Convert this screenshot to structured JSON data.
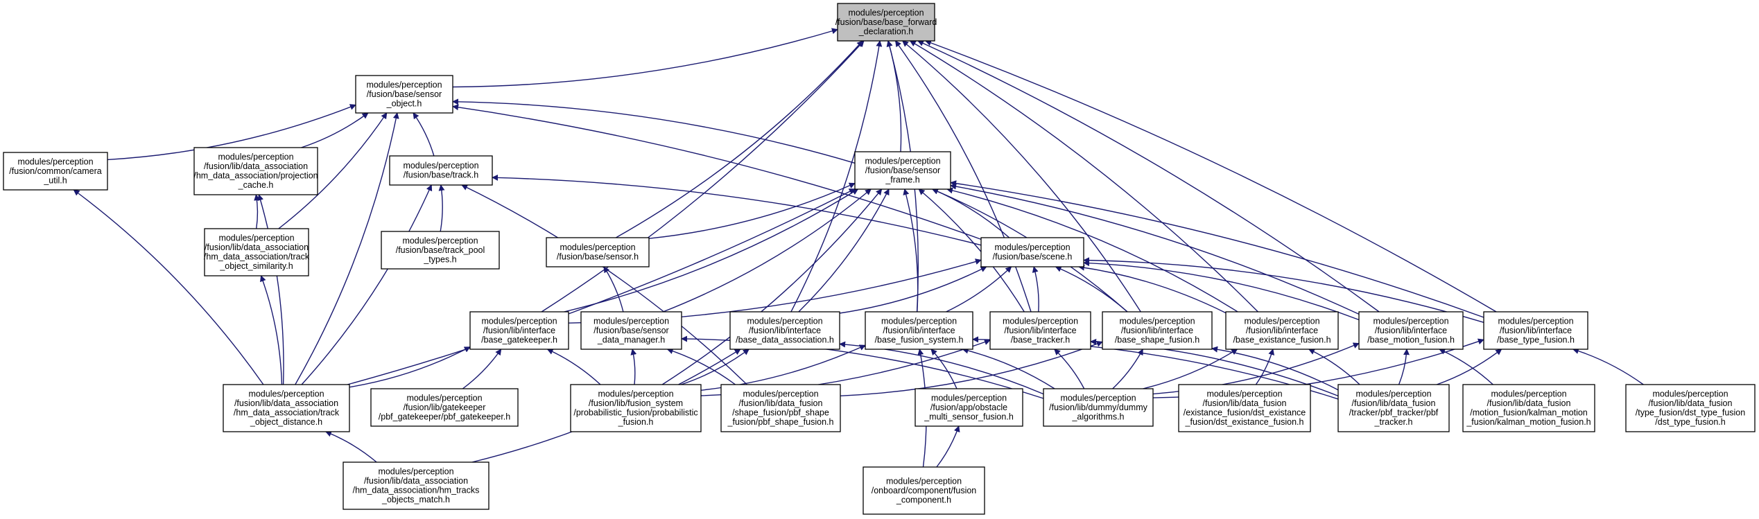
{
  "nodes": [
    {
      "id": "root",
      "lines": [
        "modules/perception",
        "/fusion/base/base_forward",
        "_declaration.h"
      ]
    },
    {
      "id": "sensor_object",
      "lines": [
        "modules/perception",
        "/fusion/base/sensor",
        "_object.h"
      ]
    },
    {
      "id": "camera_util",
      "lines": [
        "modules/perception",
        "/fusion/common/camera",
        "_util.h"
      ]
    },
    {
      "id": "projection_cache",
      "lines": [
        "modules/perception",
        "/fusion/lib/data_association",
        "/hm_data_association/projection",
        "_cache.h"
      ]
    },
    {
      "id": "track",
      "lines": [
        "modules/perception",
        "/fusion/base/track.h"
      ]
    },
    {
      "id": "sensor_frame",
      "lines": [
        "modules/perception",
        "/fusion/base/sensor",
        "_frame.h"
      ]
    },
    {
      "id": "track_pool_types",
      "lines": [
        "modules/perception",
        "/fusion/base/track_pool",
        "_types.h"
      ]
    },
    {
      "id": "track_object_similarity",
      "lines": [
        "modules/perception",
        "/fusion/lib/data_association",
        "/hm_data_association/track",
        "_object_similarity.h"
      ]
    },
    {
      "id": "sensor",
      "lines": [
        "modules/perception",
        "/fusion/base/sensor.h"
      ]
    },
    {
      "id": "scene",
      "lines": [
        "modules/perception",
        "/fusion/base/scene.h"
      ]
    },
    {
      "id": "base_gatekeeper",
      "lines": [
        "modules/perception",
        "/fusion/lib/interface",
        "/base_gatekeeper.h"
      ]
    },
    {
      "id": "sensor_data_manager",
      "lines": [
        "modules/perception",
        "/fusion/base/sensor",
        "_data_manager.h"
      ]
    },
    {
      "id": "base_data_association",
      "lines": [
        "modules/perception",
        "/fusion/lib/interface",
        "/base_data_association.h"
      ]
    },
    {
      "id": "base_fusion_system",
      "lines": [
        "modules/perception",
        "/fusion/lib/interface",
        "/base_fusion_system.h"
      ]
    },
    {
      "id": "base_tracker",
      "lines": [
        "modules/perception",
        "/fusion/lib/interface",
        "/base_tracker.h"
      ]
    },
    {
      "id": "base_shape_fusion",
      "lines": [
        "modules/perception",
        "/fusion/lib/interface",
        "/base_shape_fusion.h"
      ]
    },
    {
      "id": "base_existance_fusion",
      "lines": [
        "modules/perception",
        "/fusion/lib/interface",
        "/base_existance_fusion.h"
      ]
    },
    {
      "id": "base_motion_fusion",
      "lines": [
        "modules/perception",
        "/fusion/lib/interface",
        "/base_motion_fusion.h"
      ]
    },
    {
      "id": "base_type_fusion",
      "lines": [
        "modules/perception",
        "/fusion/lib/interface",
        "/base_type_fusion.h"
      ]
    },
    {
      "id": "track_object_distance",
      "lines": [
        "modules/perception",
        "/fusion/lib/data_association",
        "/hm_data_association/track",
        "_object_distance.h"
      ]
    },
    {
      "id": "pbf_gatekeeper",
      "lines": [
        "modules/perception",
        "/fusion/lib/gatekeeper",
        "/pbf_gatekeeper/pbf_gatekeeper.h"
      ]
    },
    {
      "id": "probabilistic_fusion",
      "lines": [
        "modules/perception",
        "/fusion/lib/fusion_system",
        "/probabilistic_fusion/probabilistic",
        "_fusion.h"
      ]
    },
    {
      "id": "pbf_shape_fusion",
      "lines": [
        "modules/perception",
        "/fusion/lib/data_fusion",
        "/shape_fusion/pbf_shape",
        "_fusion/pbf_shape_fusion.h"
      ]
    },
    {
      "id": "obstacle_multi_sensor_fusion",
      "lines": [
        "modules/perception",
        "/fusion/app/obstacle",
        "_multi_sensor_fusion.h"
      ]
    },
    {
      "id": "dummy_algorithms",
      "lines": [
        "modules/perception",
        "/fusion/lib/dummy/dummy",
        "_algorithms.h"
      ]
    },
    {
      "id": "dst_existance_fusion",
      "lines": [
        "modules/perception",
        "/fusion/lib/data_fusion",
        "/existance_fusion/dst_existance",
        "_fusion/dst_existance_fusion.h"
      ]
    },
    {
      "id": "pbf_tracker",
      "lines": [
        "modules/perception",
        "/fusion/lib/data_fusion",
        "/tracker/pbf_tracker/pbf",
        "_tracker.h"
      ]
    },
    {
      "id": "kalman_motion_fusion",
      "lines": [
        "modules/perception",
        "/fusion/lib/data_fusion",
        "/motion_fusion/kalman_motion",
        "_fusion/kalman_motion_fusion.h"
      ]
    },
    {
      "id": "dst_type_fusion",
      "lines": [
        "modules/perception",
        "/fusion/lib/data_fusion",
        "/type_fusion/dst_type_fusion",
        "/dst_type_fusion.h"
      ]
    },
    {
      "id": "hm_tracks_objects_match",
      "lines": [
        "modules/perception",
        "/fusion/lib/data_association",
        "/hm_data_association/hm_tracks",
        "_objects_match.h"
      ]
    },
    {
      "id": "fusion_component",
      "lines": [
        "modules/perception",
        "/onboard/component/fusion",
        "_component.h"
      ]
    }
  ],
  "edges": [
    [
      "sensor_object",
      "root"
    ],
    [
      "sensor_frame",
      "root"
    ],
    [
      "sensor",
      "root"
    ],
    [
      "base_gatekeeper",
      "root"
    ],
    [
      "base_data_association",
      "root"
    ],
    [
      "base_fusion_system",
      "root"
    ],
    [
      "base_tracker",
      "root"
    ],
    [
      "base_shape_fusion",
      "root"
    ],
    [
      "base_existance_fusion",
      "root"
    ],
    [
      "base_motion_fusion",
      "root"
    ],
    [
      "base_type_fusion",
      "root"
    ],
    [
      "camera_util",
      "sensor_object"
    ],
    [
      "projection_cache",
      "sensor_object"
    ],
    [
      "track",
      "sensor_object"
    ],
    [
      "sensor_frame",
      "sensor_object"
    ],
    [
      "scene",
      "sensor_object"
    ],
    [
      "track_object_similarity",
      "sensor_object"
    ],
    [
      "track_object_distance",
      "sensor_object"
    ],
    [
      "track_object_distance",
      "camera_util"
    ],
    [
      "track_object_similarity",
      "projection_cache"
    ],
    [
      "track_object_distance",
      "projection_cache"
    ],
    [
      "track_pool_types",
      "track"
    ],
    [
      "scene",
      "track"
    ],
    [
      "track_object_distance",
      "track"
    ],
    [
      "pbf_shape_fusion",
      "track"
    ],
    [
      "sensor",
      "sensor_frame"
    ],
    [
      "scene",
      "sensor_frame"
    ],
    [
      "base_gatekeeper",
      "sensor_frame"
    ],
    [
      "sensor_data_manager",
      "sensor_frame"
    ],
    [
      "base_data_association",
      "sensor_frame"
    ],
    [
      "base_fusion_system",
      "sensor_frame"
    ],
    [
      "base_tracker",
      "sensor_frame"
    ],
    [
      "base_shape_fusion",
      "sensor_frame"
    ],
    [
      "base_existance_fusion",
      "sensor_frame"
    ],
    [
      "base_motion_fusion",
      "sensor_frame"
    ],
    [
      "base_type_fusion",
      "sensor_frame"
    ],
    [
      "track_object_distance",
      "sensor_frame"
    ],
    [
      "probabilistic_fusion",
      "sensor_frame"
    ],
    [
      "track_object_distance",
      "track_object_similarity"
    ],
    [
      "sensor_data_manager",
      "sensor"
    ],
    [
      "base_gatekeeper",
      "scene"
    ],
    [
      "base_data_association",
      "scene"
    ],
    [
      "base_fusion_system",
      "scene"
    ],
    [
      "base_tracker",
      "scene"
    ],
    [
      "base_shape_fusion",
      "scene"
    ],
    [
      "base_existance_fusion",
      "scene"
    ],
    [
      "base_motion_fusion",
      "scene"
    ],
    [
      "base_type_fusion",
      "scene"
    ],
    [
      "track_object_distance",
      "base_gatekeeper"
    ],
    [
      "pbf_gatekeeper",
      "base_gatekeeper"
    ],
    [
      "probabilistic_fusion",
      "base_gatekeeper"
    ],
    [
      "probabilistic_fusion",
      "sensor_data_manager"
    ],
    [
      "pbf_shape_fusion",
      "sensor_data_manager"
    ],
    [
      "dummy_algorithms",
      "sensor_data_manager"
    ],
    [
      "hm_tracks_objects_match",
      "base_data_association"
    ],
    [
      "probabilistic_fusion",
      "base_data_association"
    ],
    [
      "dummy_algorithms",
      "base_data_association"
    ],
    [
      "probabilistic_fusion",
      "base_fusion_system"
    ],
    [
      "obstacle_multi_sensor_fusion",
      "base_fusion_system"
    ],
    [
      "fusion_component",
      "base_fusion_system"
    ],
    [
      "dummy_algorithms",
      "base_fusion_system"
    ],
    [
      "pbf_tracker",
      "base_fusion_system"
    ],
    [
      "probabilistic_fusion",
      "base_tracker"
    ],
    [
      "dummy_algorithms",
      "base_tracker"
    ],
    [
      "pbf_tracker",
      "base_tracker"
    ],
    [
      "pbf_shape_fusion",
      "base_shape_fusion"
    ],
    [
      "dummy_algorithms",
      "base_shape_fusion"
    ],
    [
      "pbf_tracker",
      "base_shape_fusion"
    ],
    [
      "dst_existance_fusion",
      "base_existance_fusion"
    ],
    [
      "dummy_algorithms",
      "base_existance_fusion"
    ],
    [
      "pbf_tracker",
      "base_existance_fusion"
    ],
    [
      "kalman_motion_fusion",
      "base_motion_fusion"
    ],
    [
      "dummy_algorithms",
      "base_motion_fusion"
    ],
    [
      "pbf_tracker",
      "base_motion_fusion"
    ],
    [
      "dst_type_fusion",
      "base_type_fusion"
    ],
    [
      "dummy_algorithms",
      "base_type_fusion"
    ],
    [
      "pbf_tracker",
      "base_type_fusion"
    ],
    [
      "hm_tracks_objects_match",
      "track_object_distance"
    ],
    [
      "fusion_component",
      "obstacle_multi_sensor_fusion"
    ]
  ],
  "colors": {
    "edge": "#191970",
    "root_fill": "#bfbfbf",
    "box_fill": "#ffffff",
    "box_stroke": "#000000"
  }
}
